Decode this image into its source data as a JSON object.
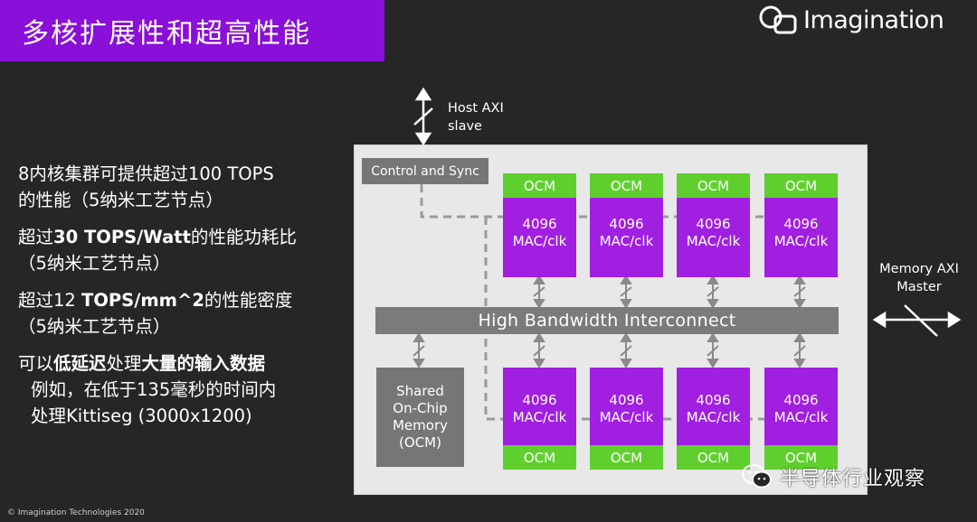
{
  "title": "多核扩展性和超高性能",
  "logo": {
    "text": "Imagination"
  },
  "bullets": {
    "b1_l1": "8内核集群可提供超过100 TOPS",
    "b1_l2": "的性能（5纳米工艺节点）",
    "b2_pre": "超过",
    "b2_bold": "30 TOPS/Watt",
    "b2_post": "的性能功耗比",
    "b2_l2": "（5纳米工艺节点）",
    "b3_pre": "超过12 ",
    "b3_bold": "TOPS/mm^2",
    "b3_post": "的性能密度",
    "b3_l2": "（5纳米工艺节点）",
    "b4_pre": "可以",
    "b4_bold1": "低延迟",
    "b4_mid": "处理",
    "b4_bold2": "大量的输入数据",
    "b4_l2": "例如，在低于135毫秒的时间内",
    "b4_l3": "处理Kittiseg (3000x1200)"
  },
  "diagram": {
    "host_axi": {
      "line1": "Host AXI",
      "line2": "slave"
    },
    "memory_axi": {
      "line1": "Memory AXI",
      "line2": "Master"
    },
    "control_sync": "Control and Sync",
    "interconnect": "High Bandwidth Interconnect",
    "shared_memory": {
      "line1": "Shared",
      "line2": "On-Chip",
      "line3": "Memory",
      "line4": "(OCM)"
    },
    "ocm_label": "OCM",
    "mac_line1": "4096",
    "mac_line2": "MAC/clk",
    "colors": {
      "core": "#a11fe0",
      "ocm": "#5fcf2e",
      "title_bar": "#8a0fd9",
      "block": "#767676"
    }
  },
  "copyright": "© Imagination Technologies 2020",
  "watermark": "半导体行业观察"
}
